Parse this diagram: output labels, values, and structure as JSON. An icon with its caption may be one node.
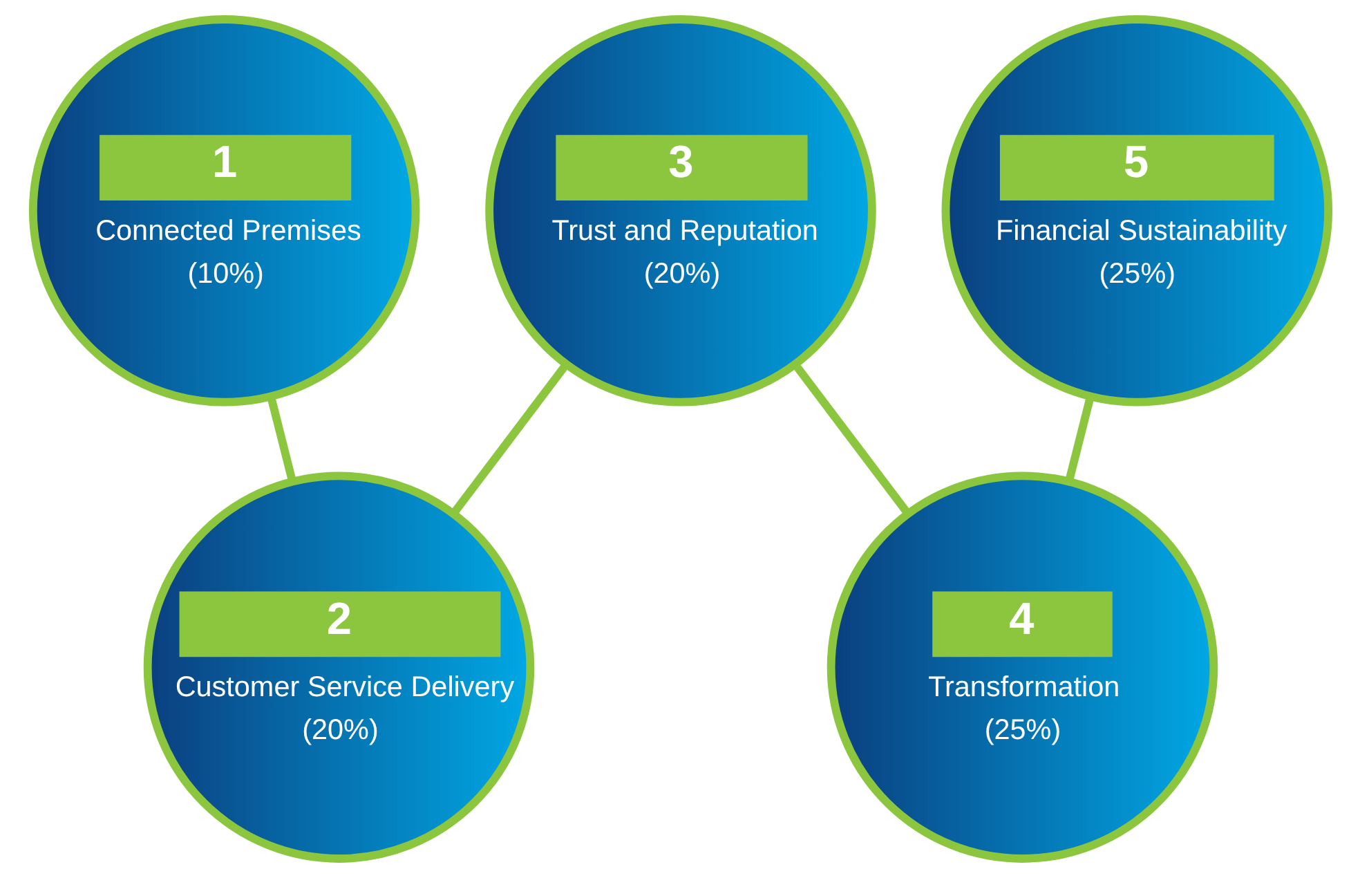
{
  "diagram": {
    "nodes": [
      {
        "text": [
          "1",
          "Connected Premises",
          "(10%)"
        ]
      },
      {
        "text": [
          "3",
          "Trust and Reputation",
          "(20%)"
        ]
      },
      {
        "text": [
          "5",
          "Financial Sustainability",
          "(25%)"
        ]
      },
      {
        "text": [
          "2",
          "Customer Service Delivery",
          "(20%)"
        ]
      },
      {
        "text": [
          "4",
          "Transformation",
          "(25%)"
        ]
      }
    ],
    "edges": [
      {
        "from": 0,
        "to": 3,
        "arrow": "none"
      },
      {
        "from": 1,
        "to": 3,
        "arrow": "none"
      },
      {
        "from": 1,
        "to": 4,
        "arrow": "none"
      },
      {
        "from": 2,
        "to": 4,
        "arrow": "none"
      }
    ]
  }
}
